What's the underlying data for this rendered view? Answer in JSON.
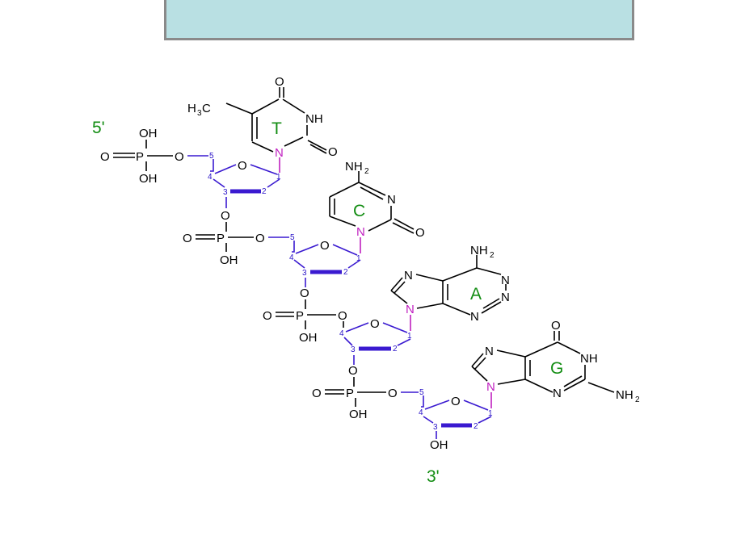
{
  "header": {
    "title": ""
  },
  "labels": {
    "five_prime": "5'",
    "three_prime": "3'",
    "base_t": "T",
    "base_c": "C",
    "base_a": "A",
    "base_g": "G"
  },
  "colors": {
    "header_fill": "#b9e0e3",
    "backbone_blue": "#3a1ad0",
    "glycosidic_magenta": "#c020c0",
    "base_letter_green": "#138d13"
  }
}
